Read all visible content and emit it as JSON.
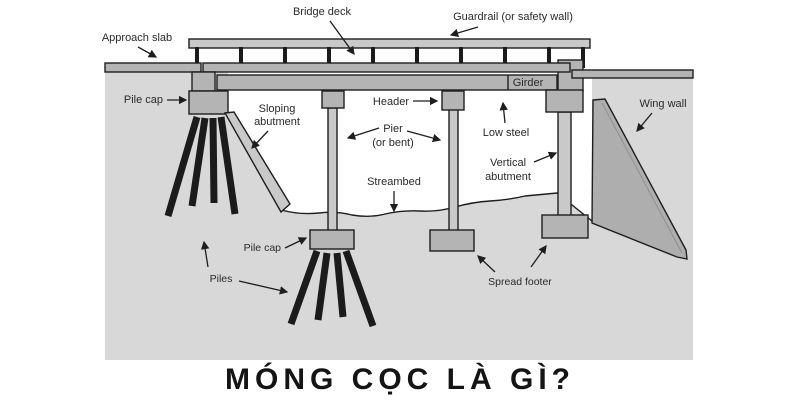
{
  "title": "MÓNG CỌC LÀ GÌ?",
  "colors": {
    "ground": "#d8d8d8",
    "concrete": "#b4b4b4",
    "concrete_light": "#c9c9c9",
    "wing_wall": "#aeaeae",
    "outline": "#1e1e1e",
    "pile": "#1b1b1b",
    "label_text": "#2a2a2a",
    "title_text": "#141414"
  },
  "labels": {
    "approach_slab": "Approach slab",
    "bridge_deck": "Bridge deck",
    "guardrail": "Guardrail (or safety wall)",
    "pile_cap_left": "Pile cap",
    "sloping_abutment_line1": "Sloping",
    "sloping_abutment_line2": "abutment",
    "header": "Header",
    "girder": "Girder",
    "pier_line1": "Pier",
    "pier_line2": "(or bent)",
    "low_steel": "Low steel",
    "vertical_abutment_line1": "Vertical",
    "vertical_abutment_line2": "abutment",
    "wing_wall": "Wing wall",
    "streambed": "Streambed",
    "pile_cap_bottom": "Pile cap",
    "piles": "Piles",
    "spread_footer": "Spread footer"
  }
}
